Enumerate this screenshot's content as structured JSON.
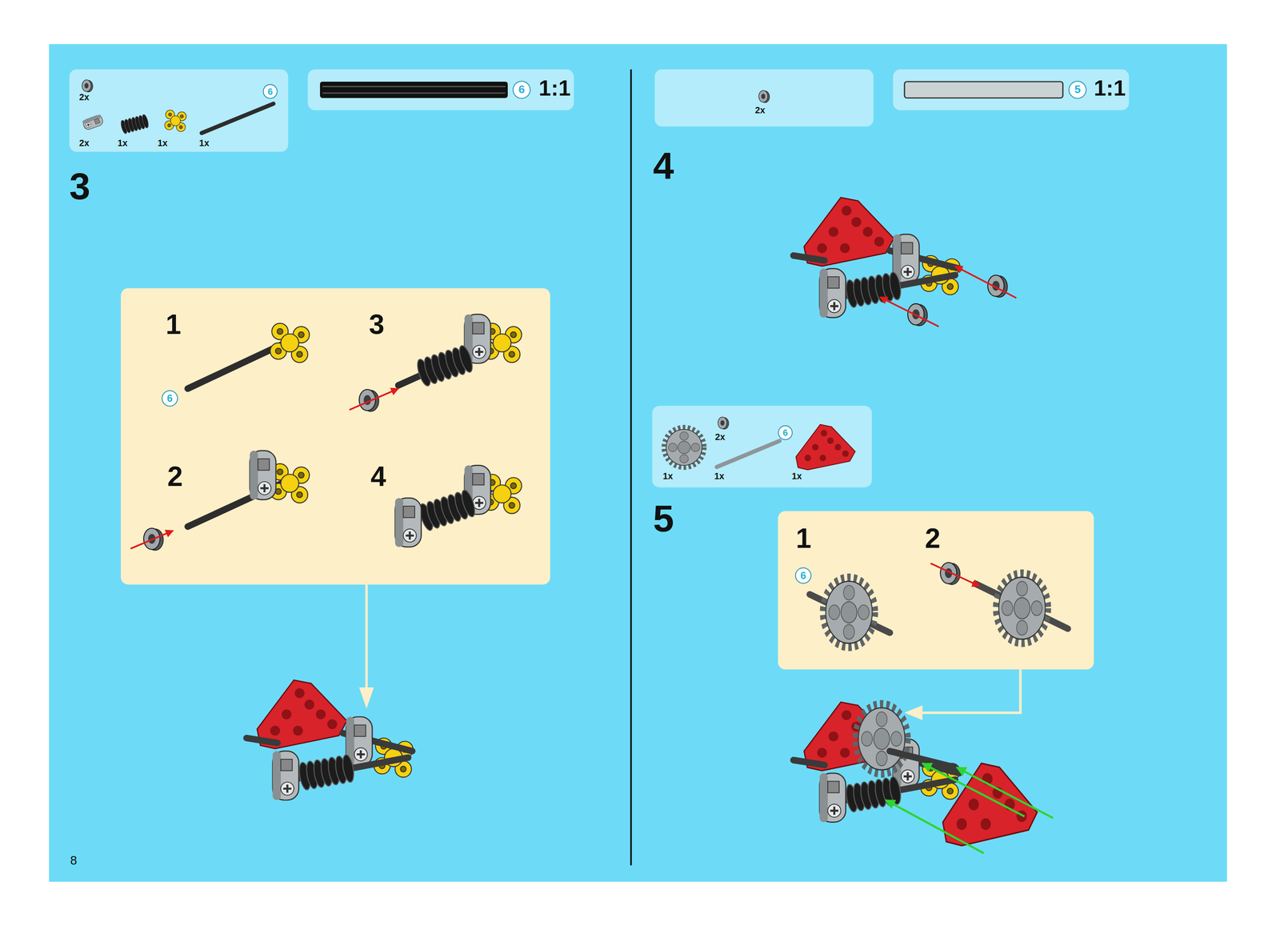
{
  "diagram": {
    "nodes": [
      {
        "text": [
          "2x",
          "2x",
          "1x",
          "1x",
          "1x",
          "6"
        ]
      },
      {
        "text": [
          "6",
          "1:1"
        ]
      },
      {
        "text": [
          "1",
          "6",
          "2",
          "3",
          "4"
        ]
      },
      {
        "text": [
          "2x"
        ]
      },
      {
        "text": [
          "5",
          "1:1"
        ]
      },
      {
        "text": [
          "2x",
          "6",
          "1x",
          "1x",
          "1x"
        ]
      },
      {
        "text": [
          "1",
          "6",
          "2"
        ]
      }
    ],
    "labels": [
      "3",
      "4",
      "5",
      "8"
    ]
  }
}
